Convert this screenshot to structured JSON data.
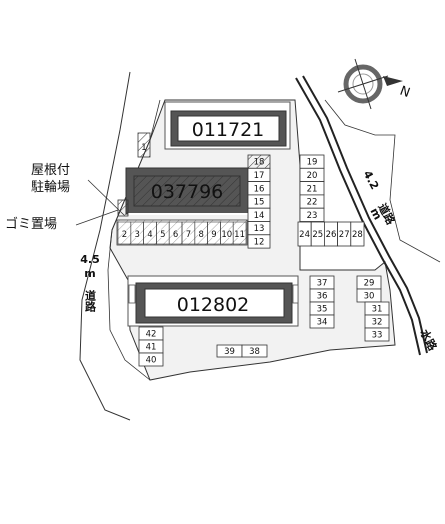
{
  "buildings": [
    {
      "id": "b1",
      "label": "011721"
    },
    {
      "id": "b2",
      "label": "037796"
    },
    {
      "id": "b3",
      "label": "012802"
    }
  ],
  "labels": {
    "bike_shelter_line1": "屋根付",
    "bike_shelter_line2": "駐輪場",
    "garbage": "ゴミ置場",
    "road_left_width": "4.5",
    "road_left_unit": "m",
    "road_left_name": "道路",
    "road_right_width": "4.2",
    "road_right_unit": "m",
    "road_right_name": "道路",
    "waterway": "水路",
    "north": "N"
  },
  "spots": {
    "bike_row": [
      "1",
      "2",
      "3",
      "4",
      "5",
      "6",
      "7",
      "8",
      "9",
      "10",
      "11"
    ],
    "column_right_b2": [
      "18",
      "17",
      "16",
      "15",
      "14",
      "13",
      "12"
    ],
    "column_19_23": [
      "19",
      "20",
      "21",
      "22",
      "23"
    ],
    "row_24_28": [
      "24",
      "25",
      "26",
      "27",
      "28"
    ],
    "column_37_34": [
      "37",
      "36",
      "35",
      "34"
    ],
    "column_29_33": [
      "29",
      "30",
      "31",
      "32",
      "33"
    ],
    "column_42_40": [
      "42",
      "41",
      "40"
    ],
    "row_39_38": [
      "39",
      "38"
    ]
  },
  "colors": {
    "line": "#333333",
    "road": "#222222",
    "lot_fill": "#f2f2f2",
    "building_frame": "#555555"
  }
}
